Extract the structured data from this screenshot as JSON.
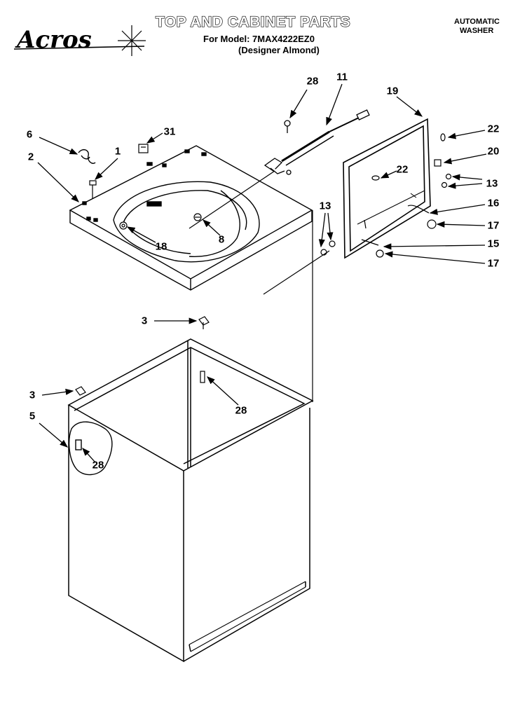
{
  "header": {
    "brand_logo": "Acros",
    "title": "TOP AND CABINET PARTS",
    "model_line": "For Model: 7MAX4222EZ0",
    "variant_line": "(Designer Almond)",
    "machine_type_line1": "AUTOMATIC",
    "machine_type_line2": "WASHER"
  },
  "callouts": [
    {
      "id": "c-28-top",
      "label": "28"
    },
    {
      "id": "c-11",
      "label": "11"
    },
    {
      "id": "c-19",
      "label": "19"
    },
    {
      "id": "c-6",
      "label": "6"
    },
    {
      "id": "c-31",
      "label": "31"
    },
    {
      "id": "c-1",
      "label": "1"
    },
    {
      "id": "c-2",
      "label": "2"
    },
    {
      "id": "c-22-a",
      "label": "22"
    },
    {
      "id": "c-20",
      "label": "20"
    },
    {
      "id": "c-22-b",
      "label": "22"
    },
    {
      "id": "c-13-right",
      "label": "13"
    },
    {
      "id": "c-16",
      "label": "16"
    },
    {
      "id": "c-13-left",
      "label": "13"
    },
    {
      "id": "c-17-a",
      "label": "17"
    },
    {
      "id": "c-8",
      "label": "8"
    },
    {
      "id": "c-18",
      "label": "18"
    },
    {
      "id": "c-15",
      "label": "15"
    },
    {
      "id": "c-17-b",
      "label": "17"
    },
    {
      "id": "c-3-top",
      "label": "3"
    },
    {
      "id": "c-28-mid",
      "label": "28"
    },
    {
      "id": "c-3-left",
      "label": "3"
    },
    {
      "id": "c-5",
      "label": "5"
    },
    {
      "id": "c-28-low",
      "label": "28"
    }
  ]
}
